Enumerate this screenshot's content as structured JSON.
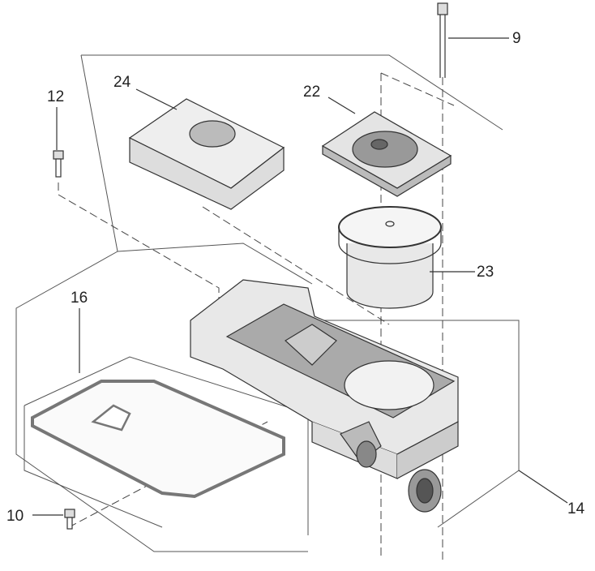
{
  "diagram": {
    "callouts": [
      {
        "id": "9",
        "label": "9",
        "part": "bolt-long"
      },
      {
        "id": "12",
        "label": "12",
        "part": "bolt-short"
      },
      {
        "id": "24",
        "label": "24",
        "part": "foam-pre-filter"
      },
      {
        "id": "22",
        "label": "22",
        "part": "filter-cover"
      },
      {
        "id": "23",
        "label": "23",
        "part": "filter-cartridge"
      },
      {
        "id": "16",
        "label": "16",
        "part": "gasket"
      },
      {
        "id": "10",
        "label": "10",
        "part": "bolt-bottom"
      },
      {
        "id": "14",
        "label": "14",
        "part": "air-cleaner-base"
      }
    ]
  }
}
